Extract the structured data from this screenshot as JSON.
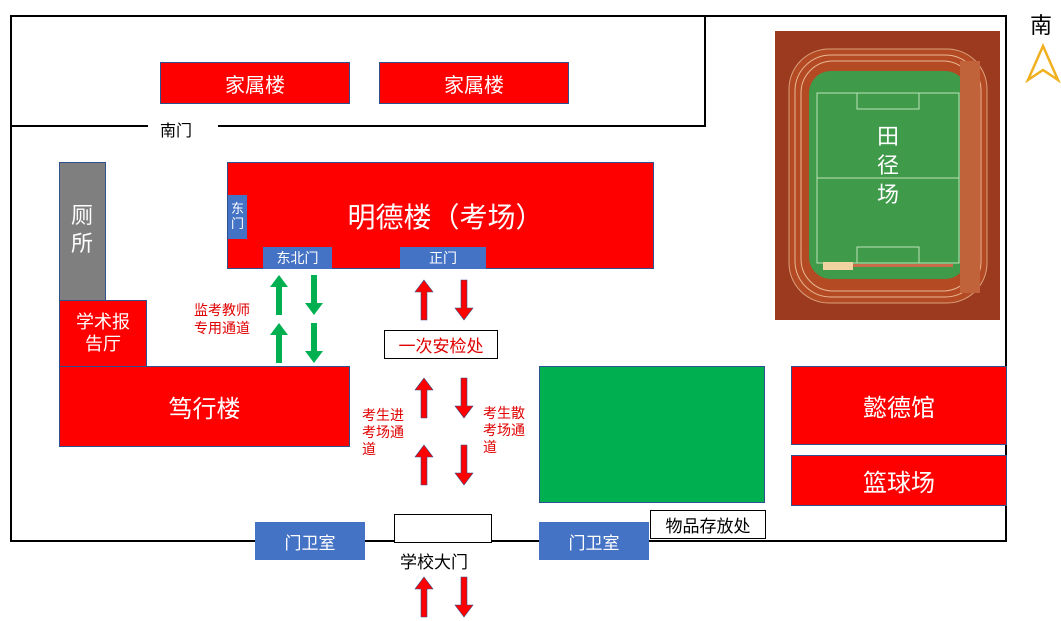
{
  "compass": {
    "label": "南"
  },
  "buildings": {
    "family1": "家属楼",
    "family2": "家属楼",
    "mingde": "明德楼（考场）",
    "mingde_east_gate": "东门",
    "mingde_northeast_gate": "东北门",
    "mingde_main_gate": "正门",
    "toilet": "厕所",
    "lecture_hall": "学术报告厅",
    "duxing": "笃行楼",
    "yide": "懿德馆",
    "basketball": "篮球场",
    "track": "田径场"
  },
  "labels": {
    "south_gate": "南门",
    "security_check": "一次安检处",
    "teacher_channel": "监考教师专用通道",
    "exam_enter": "考生进考场通道",
    "exam_exit": "考生散考场通道",
    "guard_left": "门卫室",
    "guard_right": "门卫室",
    "school_gate": "学校大门",
    "storage": "物品存放处"
  },
  "colors": {
    "building": "#ff0000",
    "gate": "#4472c4",
    "field": "#00b050",
    "arrow_green": "#00b050",
    "arrow_red": "#ff0000",
    "text_red": "#e00000"
  }
}
